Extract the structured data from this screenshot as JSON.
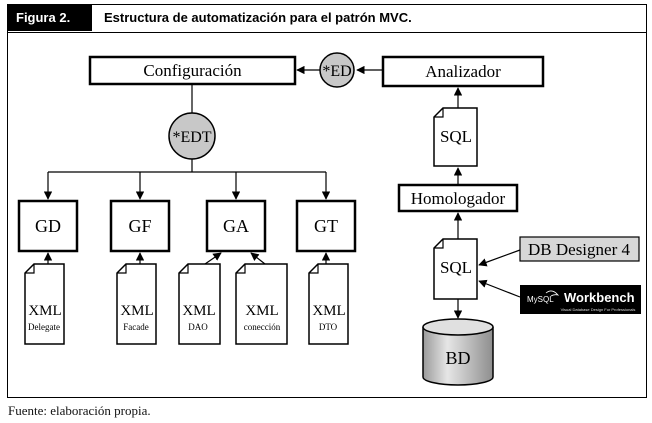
{
  "figure": {
    "label": "Figura 2.",
    "title": "Estructura de automatización para el patrón MVC.",
    "source": "Fuente: elaboración propia."
  },
  "nodes": {
    "configuracion": "Configuración",
    "ed": "*ED",
    "analizador": "Analizador",
    "edt": "*EDT",
    "sql_top": "SQL",
    "homologador": "Homologador",
    "sql_bottom": "SQL",
    "db_designer": "DB Designer 4",
    "bd": "BD",
    "gd": "GD",
    "gf": "GF",
    "ga": "GA",
    "gt": "GT"
  },
  "documents": [
    {
      "title": "XML",
      "subtitle": "Delegate"
    },
    {
      "title": "XML",
      "subtitle": "Facade"
    },
    {
      "title": "XML",
      "subtitle": "DAO"
    },
    {
      "title": "XML",
      "subtitle": "conección"
    },
    {
      "title": "XML",
      "subtitle": "DTO"
    }
  ],
  "mysql_workbench": {
    "brand": "MySQL",
    "name": "Workbench",
    "tagline": "Visual Database Design For Professionals"
  },
  "colors": {
    "circle_fill": "#c8c8c8",
    "db_fill": "#cfcfcf",
    "logo_bg": "#000000"
  }
}
